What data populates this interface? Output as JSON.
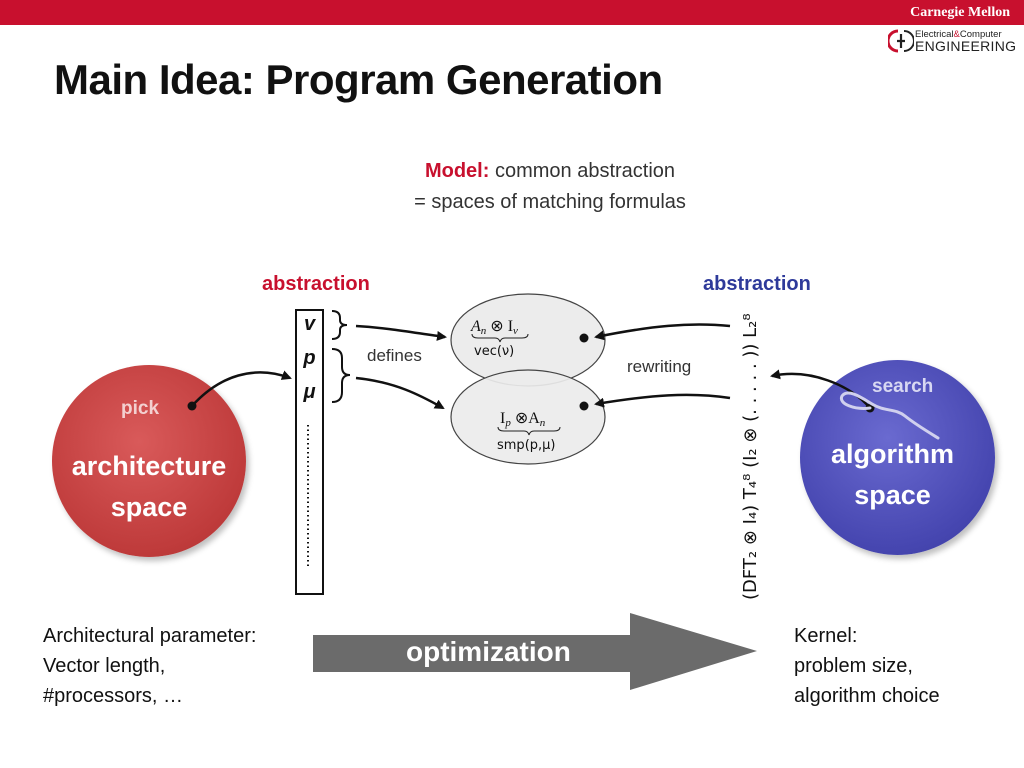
{
  "header": {
    "university": "Carnegie Mellon",
    "dept_line1_a": "Electrical",
    "dept_line1_amp": "&",
    "dept_line1_b": "Computer",
    "dept_line2": "ENGINEERING",
    "title": "Main Idea: Program Generation"
  },
  "model": {
    "label": "Model:",
    "line1_rest": "common abstraction",
    "line2": "= spaces of matching formulas"
  },
  "architecture": {
    "abstraction_label": "abstraction",
    "pick_label": "pick",
    "circle_line1": "architecture",
    "circle_line2": "space",
    "params": [
      "v",
      "p",
      "μ"
    ],
    "defines_label": "defines",
    "description": [
      "Architectural parameter:",
      "Vector length,",
      "#processors, …"
    ]
  },
  "algorithm": {
    "abstraction_label": "abstraction",
    "search_label": "search",
    "circle_line1": "algorithm",
    "circle_line2": "space",
    "rewriting_label": "rewriting",
    "description": [
      "Kernel:",
      "problem size,",
      "algorithm choice"
    ]
  },
  "formulas": {
    "vec_top": "A",
    "vec_top_sub": "n",
    "vec_top_op": " ⊗ I",
    "vec_top_op_sub": "ν",
    "vec_bottom": "vec(ν)",
    "smp_top_pre": "I",
    "smp_top_pre_sub": "p",
    "smp_top_op": " ⊗A",
    "smp_top_op_sub": "n",
    "smp_bottom": "smp(p,μ)",
    "rotated_formula": "(DFT₂ ⊗ I₄) T₄⁸ (I₂ ⊗ (. . . . . )) L₂⁸"
  },
  "optimization": {
    "label": "optimization"
  }
}
